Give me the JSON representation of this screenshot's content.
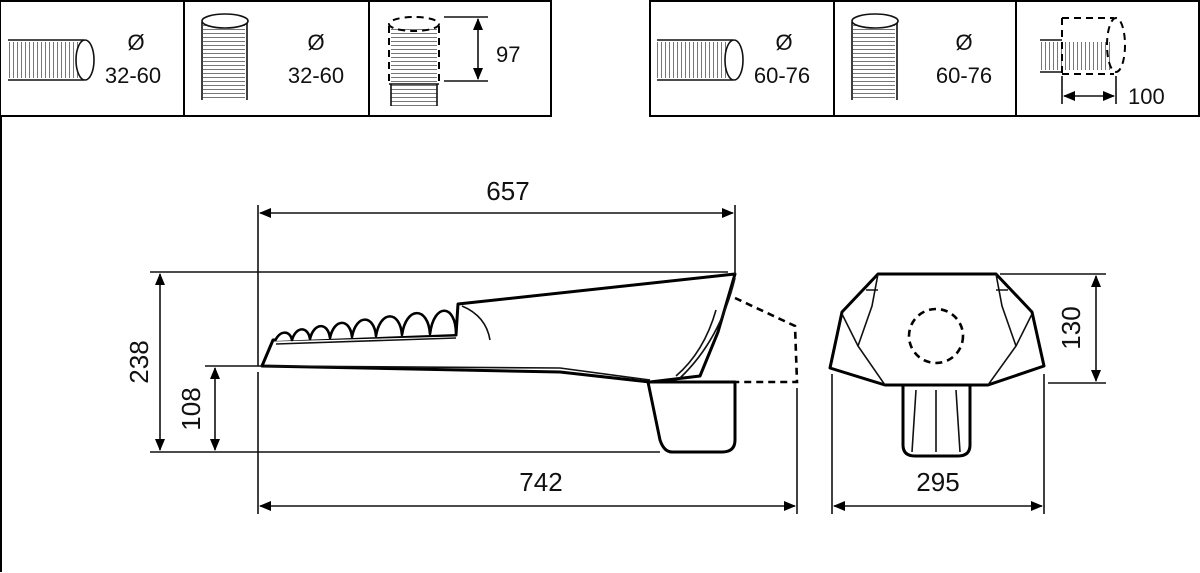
{
  "mounting_options": [
    {
      "symbol": "Ø",
      "range": "32-60"
    },
    {
      "symbol": "Ø",
      "range": "32-60"
    },
    {
      "insertion": "97"
    },
    {
      "symbol": "Ø",
      "range": "60-76"
    },
    {
      "symbol": "Ø",
      "range": "60-76"
    },
    {
      "insertion": "100"
    }
  ],
  "side_view": {
    "top_length": "657",
    "total_length": "742",
    "total_height": "238",
    "lower_height": "108"
  },
  "front_view": {
    "width": "295",
    "height": "130"
  }
}
